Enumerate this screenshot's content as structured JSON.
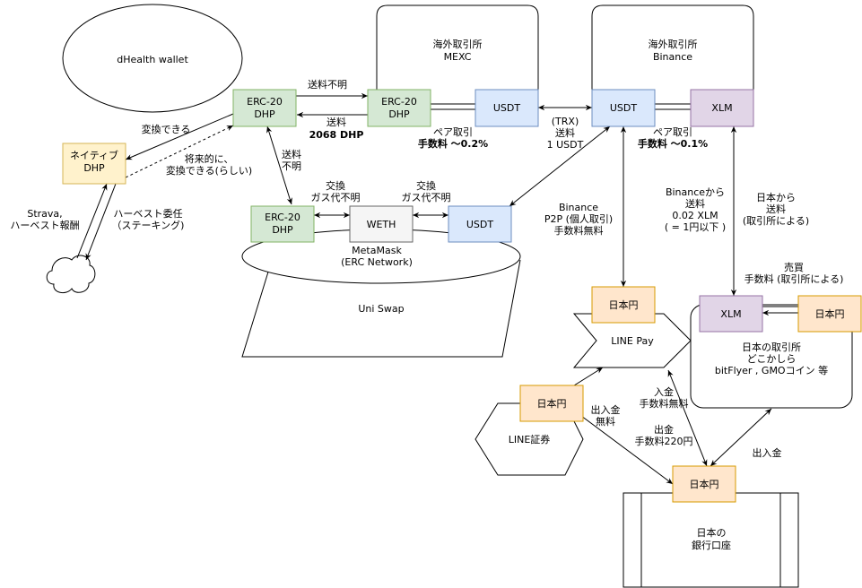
{
  "colors": {
    "green_fill": "#d5e8d4",
    "green_stroke": "#82b366",
    "blue_fill": "#dae8fc",
    "blue_stroke": "#6c8ebf",
    "purple_fill": "#e1d5e7",
    "purple_stroke": "#9673a6",
    "orange_fill": "#ffe6cc",
    "orange_stroke": "#d79b00",
    "yellow_fill": "#fff2cc",
    "yellow_stroke": "#d6b656",
    "grey_fill": "#f5f5f5",
    "grey_stroke": "#666666"
  },
  "nodes": {
    "wallet": [
      "dHealth wallet"
    ],
    "native_dhp": [
      "ネイティブ",
      "DHP"
    ],
    "erc20_main": [
      "ERC-20",
      "DHP"
    ],
    "erc20_mexc": [
      "ERC-20",
      "DHP"
    ],
    "usdt_mexc": [
      "USDT"
    ],
    "mexc": [
      "海外取引所",
      "MEXC"
    ],
    "binance": [
      "海外取引所",
      "Binance"
    ],
    "usdt_binance": [
      "USDT"
    ],
    "xlm_binance": [
      "XLM"
    ],
    "erc20_uni": [
      "ERC-20",
      "DHP"
    ],
    "weth": [
      "WETH"
    ],
    "usdt_uni": [
      "USDT"
    ],
    "metamask": [
      "MetaMask",
      "(ERC Network)"
    ],
    "uniswap": [
      "Uni Swap"
    ],
    "jpy_linepay": [
      "日本円"
    ],
    "linepay": [
      "LINE Pay"
    ],
    "xlm_jp": [
      "XLM"
    ],
    "jpy_jp": [
      "日本円"
    ],
    "jp_exchange": [
      "日本の取引所",
      "どこかしら",
      "bitFlyer , GMOコイン 等"
    ],
    "jpy_line_sec": [
      "日本円"
    ],
    "line_securities": [
      "LINE証券"
    ],
    "jpy_bank": [
      "日本円"
    ],
    "bank": [
      "日本の",
      "銀行口座"
    ]
  },
  "labels": {
    "fee_unknown_top": [
      "送料不明"
    ],
    "send_2068": [
      "送料",
      "2068 DHP"
    ],
    "convertible": [
      "変換できる"
    ],
    "future_convert": [
      "将来的に、",
      "変換できる(らしい)"
    ],
    "strava": [
      "Strava,",
      "ハーベスト報酬"
    ],
    "harvest": [
      "ハーベスト委任",
      "（ステーキング)"
    ],
    "fee_unknown_side": [
      "送料",
      "不明"
    ],
    "swap_gas_1": [
      "交換",
      "ガス代不明"
    ],
    "swap_gas_2": [
      "交換",
      "ガス代不明"
    ],
    "pair_mexc": [
      "ペア取引",
      "手数料 ～0.2%"
    ],
    "trx": [
      "(TRX)",
      "送料",
      "1 USDT"
    ],
    "pair_binance": [
      "ペア取引",
      "手数料 ～0.1%"
    ],
    "binance_p2p": [
      "Binance",
      "P2P (個人取引)",
      "手数料無料"
    ],
    "from_binance": [
      "Binanceから",
      "送料",
      "0.02 XLM",
      "( = 1円以下 )"
    ],
    "from_japan": [
      "日本から",
      "送料",
      "(取引所による)"
    ],
    "trade_fee": [
      "売買",
      "手数料 (取引所による)"
    ],
    "deposit_withdraw_line": [
      "出入金",
      "無料"
    ],
    "deposit_free": [
      "入金",
      "手数料無料"
    ],
    "withdraw_220": [
      "出金",
      "手数料220円"
    ],
    "deposit_withdraw": [
      "出入金"
    ]
  }
}
